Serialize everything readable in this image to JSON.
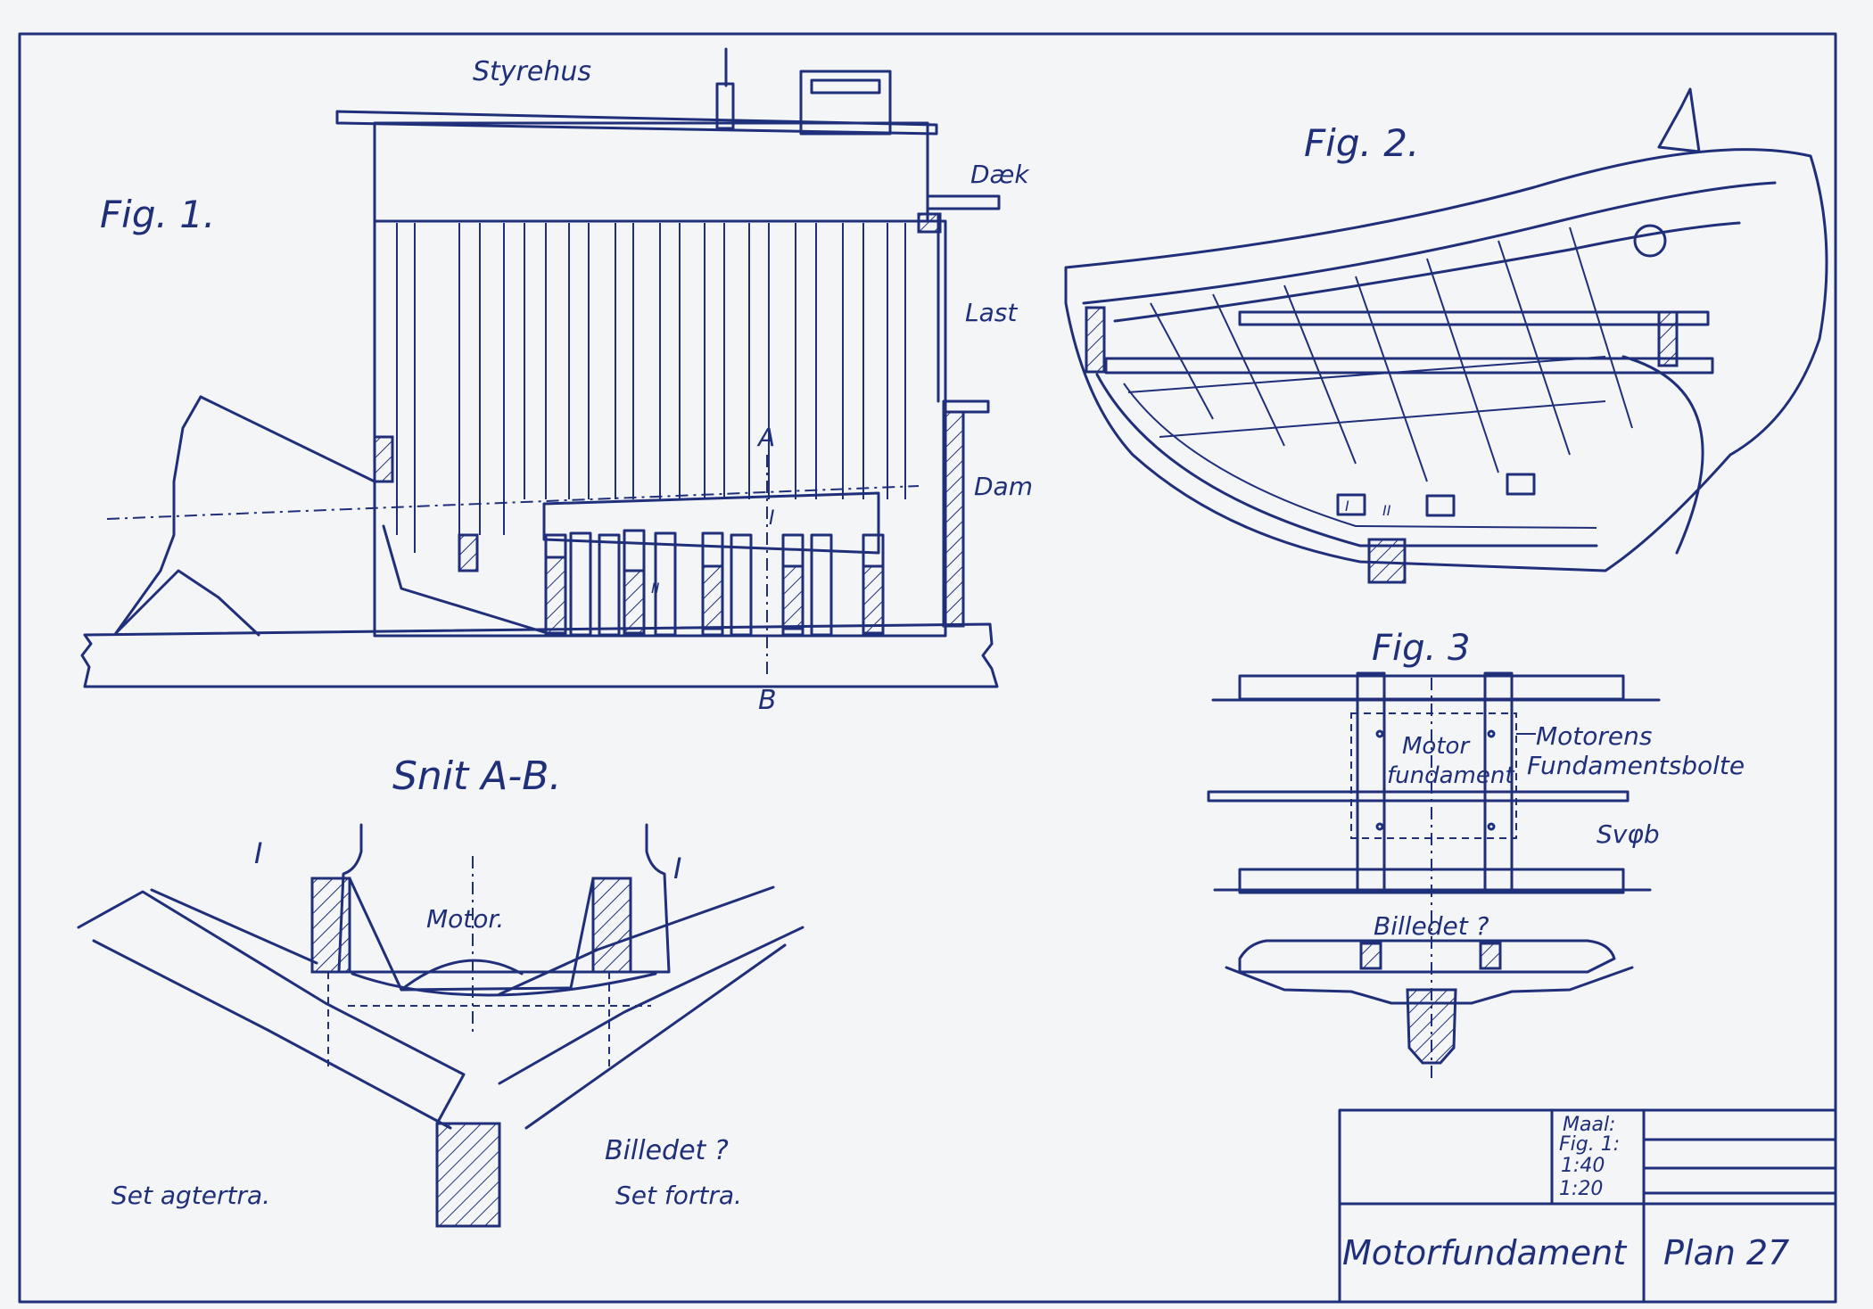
{
  "figures": {
    "fig1": {
      "title": "Fig. 1.",
      "labels": {
        "styrehus": "Styrehus",
        "daek": "Dæk",
        "last": "Last",
        "dam": "Dam",
        "a": "A",
        "b": "B",
        "i": "I",
        "ii": "II"
      }
    },
    "fig2": {
      "title": "Fig. 2.",
      "labels": {
        "i": "I",
        "ii": "II"
      }
    },
    "fig3": {
      "title": "Fig. 3",
      "labels": {
        "motor_line1": "Motor",
        "motor_line2": "fundament",
        "motorens": "Motorens",
        "fundamentsbolte": "Fundamentsbolte",
        "svob": "Svφb",
        "billedet": "Billedet ?"
      }
    },
    "snit": {
      "title": "Snit A-B.",
      "labels": {
        "motor": "Motor.",
        "i_left": "I",
        "i_right": "I",
        "billedet": "Billedet ?",
        "set_agtertra": "Set agtertra.",
        "set_fortra": "Set fortra."
      }
    }
  },
  "title_block": {
    "maal_label": "Maal:",
    "fig1_label": "Fig. 1:",
    "scale1": "1:40",
    "scale2": "1:20",
    "title": "Motorfundament",
    "plan": "Plan 27"
  },
  "colors": {
    "ink": "#1f2f7a",
    "paper": "#f4f5f7"
  }
}
